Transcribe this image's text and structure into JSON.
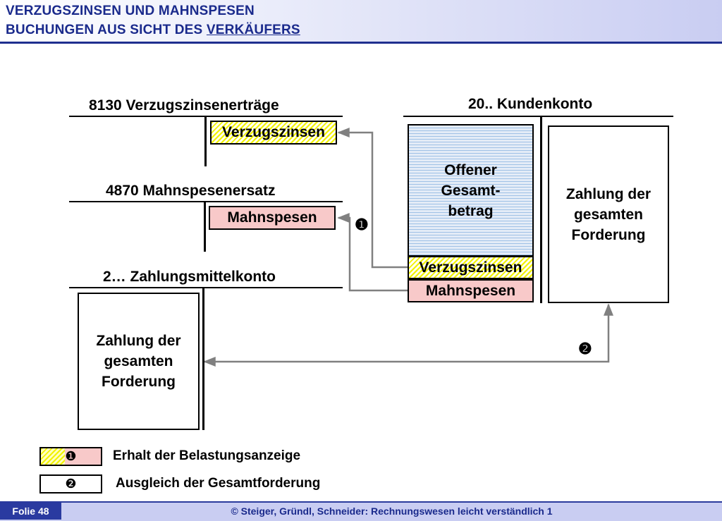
{
  "header": {
    "title_line1": "VERZUGSZINSEN UND MAHNSPESEN",
    "title_line2_prefix": "BUCHUNGEN  AUS SICHT DES ",
    "title_line2_underlined": "VERKÄUFERS"
  },
  "accounts": {
    "verzugszinsenertraege": {
      "title": "8130 Verzugszinsenerträge",
      "entry": "Verzugszinsen"
    },
    "mahnspesenersatz": {
      "title": "4870 Mahnspesenersatz",
      "entry": "Mahnspesen"
    },
    "zahlungsmittelkonto": {
      "title": "2… Zahlungsmittelkonto",
      "entry_line1": "Zahlung der",
      "entry_line2": "gesamten",
      "entry_line3": "Forderung"
    },
    "kundenkonto": {
      "title": "20.. Kundenkonto",
      "debit_main_line1": "Offener",
      "debit_main_line2": "Gesamt-",
      "debit_main_line3": "betrag",
      "debit_interest": "Verzugszinsen",
      "debit_fees": "Mahnspesen",
      "credit_line1": "Zahlung der",
      "credit_line2": "gesamten",
      "credit_line3": "Forderung"
    }
  },
  "markers": {
    "one": "❶",
    "two": "❷"
  },
  "legend": [
    {
      "marker": "❶",
      "text": "Erhalt der Belastungsanzeige"
    },
    {
      "marker": "❷",
      "text": "Ausgleich der Gesamtforderung"
    }
  ],
  "footer": {
    "slide_label": "Folie 48",
    "copyright": "© Steiger, Gründl, Schneider: Rechnungswesen leicht verständlich 1"
  },
  "colors": {
    "title_blue": "#1a2a8c",
    "highlight_yellow": "#ffff99",
    "fee_pink": "#f8c9c9",
    "open_amount_blue": "#e4ecf7",
    "arrow_gray": "#808080"
  }
}
